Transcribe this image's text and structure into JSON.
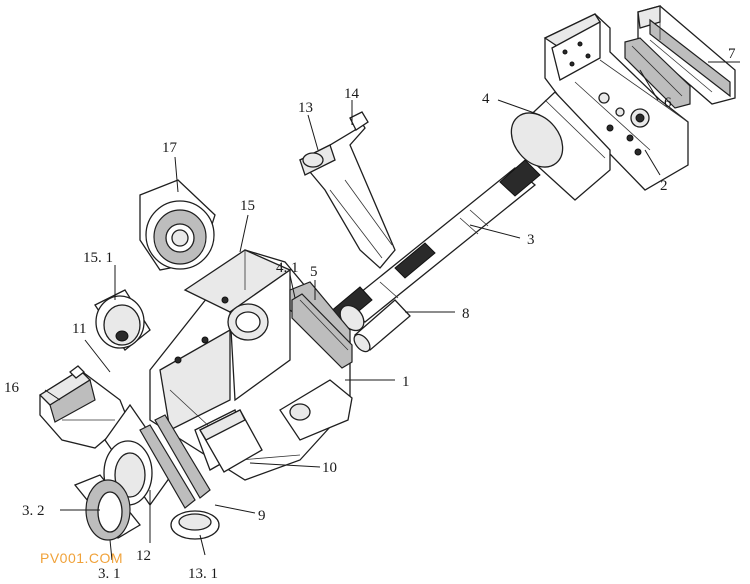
{
  "watermark": "PV001.COM",
  "labels": {
    "p1": "1",
    "p2": "2",
    "p3": "3",
    "p3_1": "3. 1",
    "p3_2": "3. 2",
    "p4": "4",
    "p4_1": "4. 1",
    "p5": "5",
    "p6": "6",
    "p7": "7",
    "p8": "8",
    "p9": "9",
    "p10": "10",
    "p11": "11",
    "p12": "12",
    "p13": "13",
    "p13_1": "13. 1",
    "p14": "14",
    "p15": "15",
    "p15_1": "15. 1",
    "p16": "16",
    "p17": "17"
  }
}
